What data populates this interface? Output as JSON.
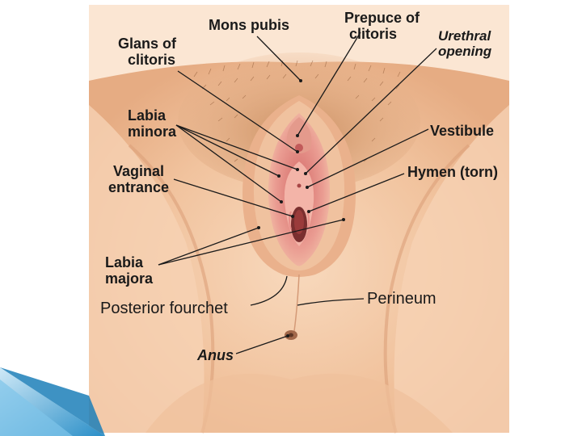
{
  "labels": {
    "mons_pubis": "Mons pubis",
    "prepuce_line1": "Prepuce of",
    "prepuce_line2": "clitoris",
    "urethral_line1": "Urethral",
    "urethral_line2": "opening",
    "glans_line1": "Glans of",
    "glans_line2": "clitoris",
    "labia_minora_line1": "Labia",
    "labia_minora_line2": "minora",
    "vestibule": "Vestibule",
    "vaginal_line1": "Vaginal",
    "vaginal_line2": "entrance",
    "hymen": "Hymen (torn)",
    "labia_majora_line1": "Labia",
    "labia_majora_line2": "majora",
    "perineum": "Perineum",
    "posterior_fourchet": "Posterior fourchet",
    "anus": "Anus"
  },
  "colors": {
    "background": "#ffffff",
    "skin": "#f3c7a3",
    "skin_dark": "#e2a47c",
    "mucosa": "#e58a86",
    "accent_blue": "#3aa3d8"
  }
}
